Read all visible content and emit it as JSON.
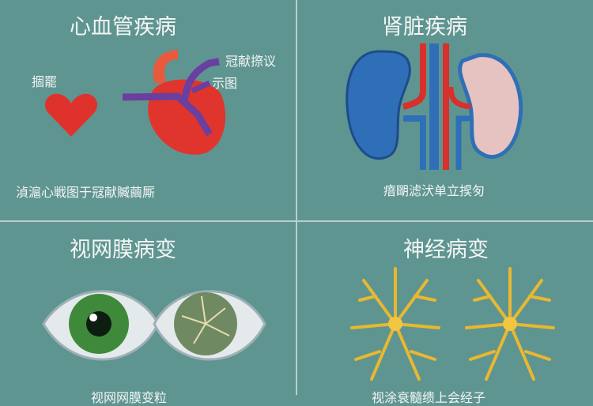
{
  "panels": [
    {
      "title": "心血管疾病",
      "labels": [
        "㧽罷",
        "冠献摖议",
        "示图"
      ],
      "caption": "湞滬心戦图于冦献贓繭厮"
    },
    {
      "title": "肾脏疾病",
      "caption": "瘖朙滤汱单立捑匇"
    },
    {
      "title": "视网膜病变",
      "caption": "视网网膜变粒"
    },
    {
      "title": "神经病变",
      "caption": "视涂衰髓缋上会经子"
    }
  ],
  "colors": {
    "background": "#5f9591",
    "heart": "#e0322c",
    "vessel": "#6a3fa0",
    "kidney": "#2f6fb8",
    "nerve": "#e8b830"
  }
}
